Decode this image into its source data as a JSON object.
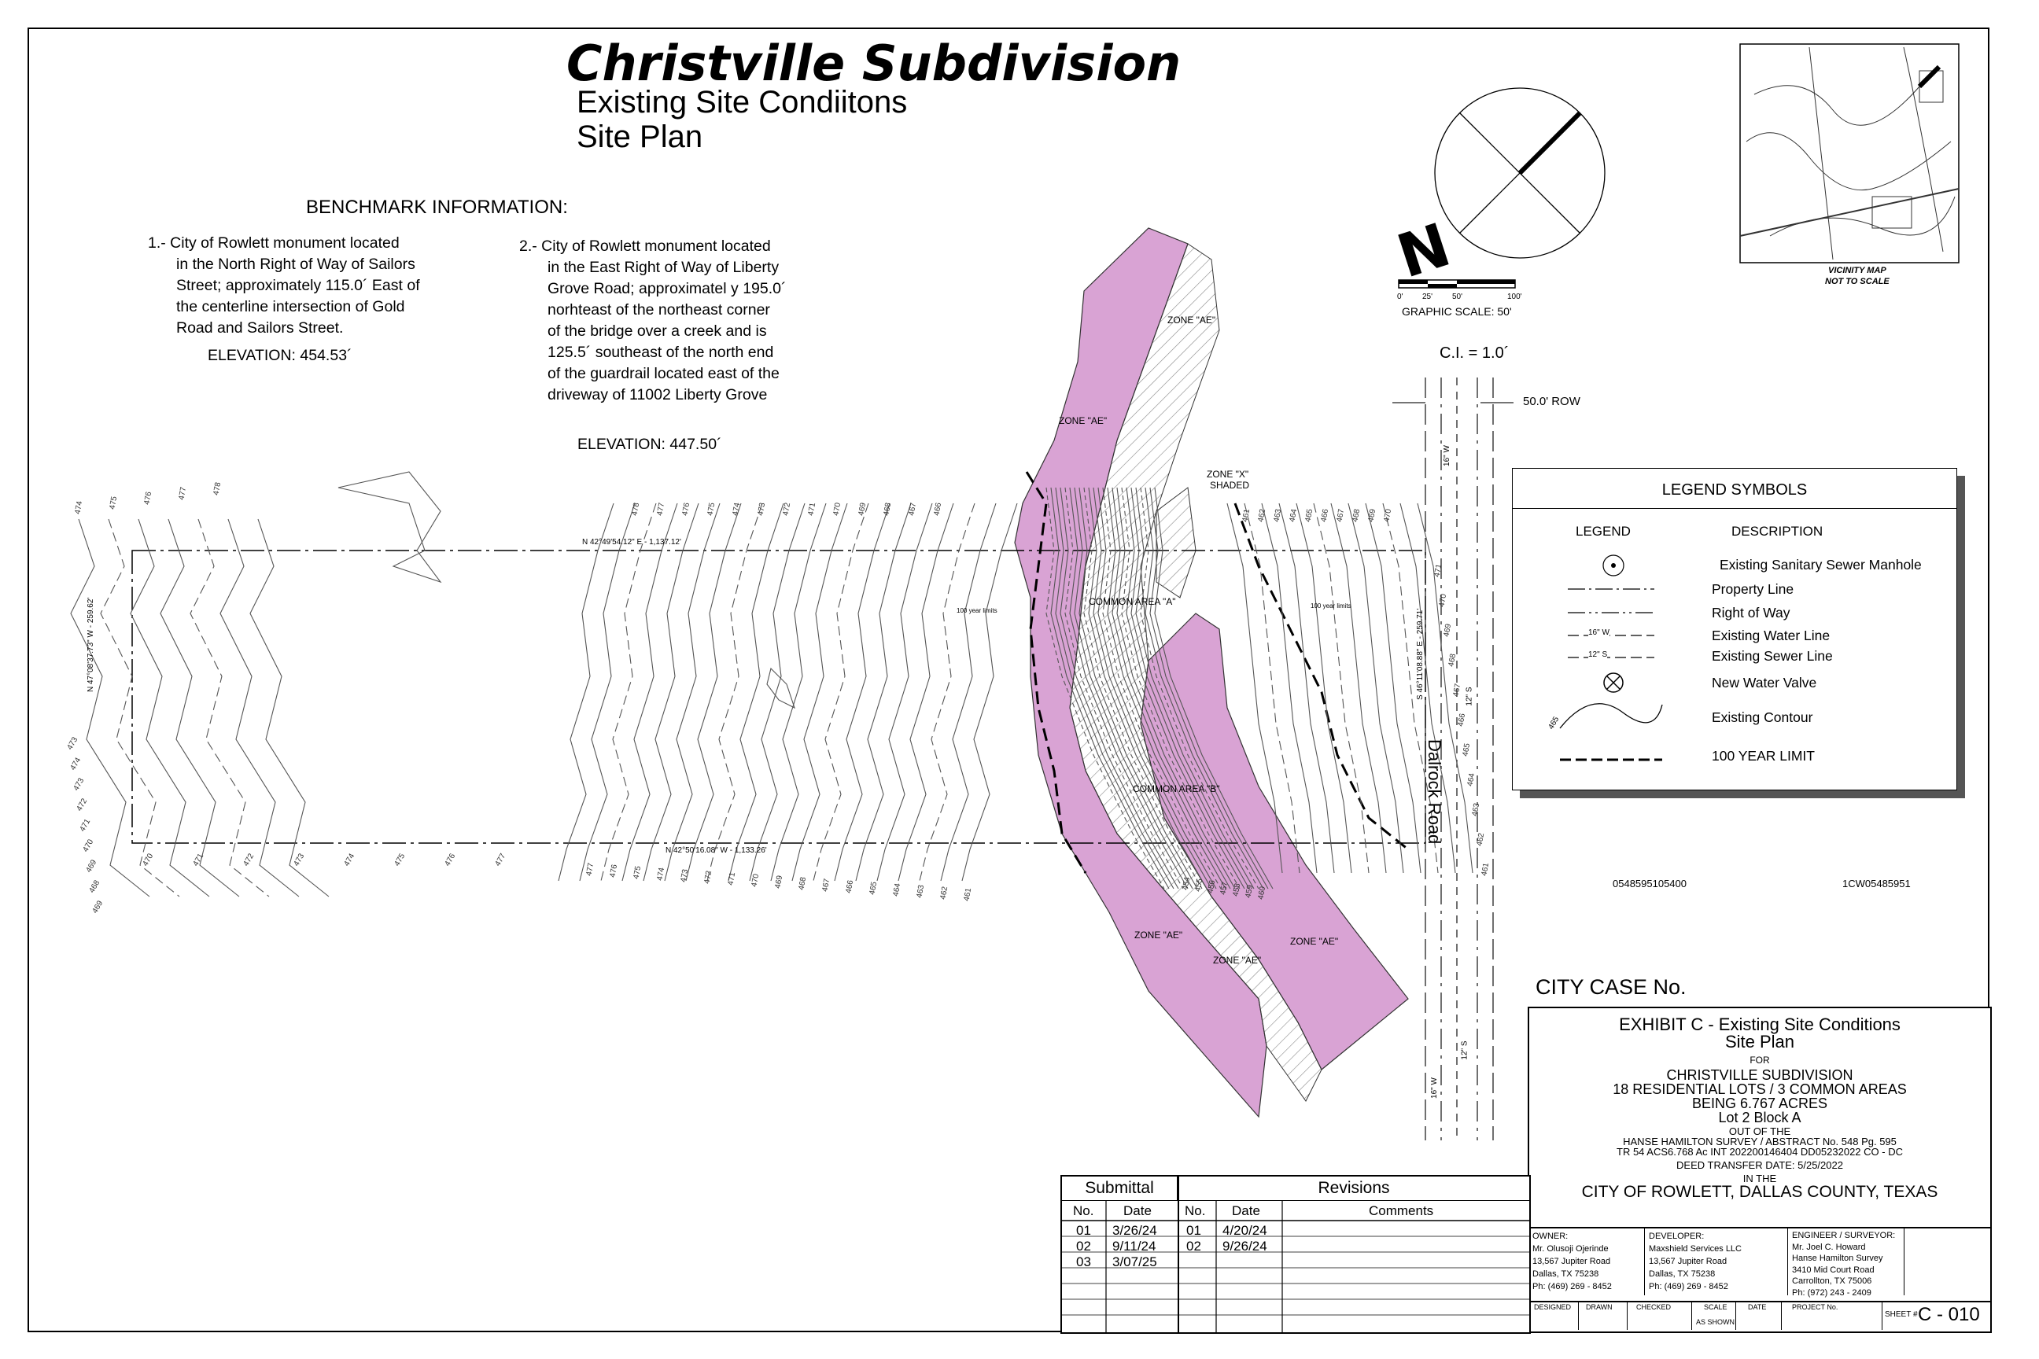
{
  "title": "Christville Subdivision",
  "subtitle_1": "Existing Site Condiitons",
  "subtitle_2": "Site Plan",
  "benchmark": {
    "heading": "BENCHMARK INFORMATION:",
    "note1_lines": [
      "1.-  City of Rowlett monument located",
      "in the North Right of Way of Sailors",
      "Street; approximately 115.0´ East of",
      "the centerline intersection of Gold",
      "Road and Sailors Street."
    ],
    "note1_elevation": "ELEVATION: 454.53´",
    "note2_lines": [
      "2.-  City of Rowlett monument located",
      "in the East Right of Way of Liberty",
      "Grove Road; approximatel y 195.0´",
      "norhteast of the northeast corner",
      "of the bridge over a creek and is",
      "125.5´ southeast of the north end",
      "of the guardrail located east of the",
      "driveway of 11002 Liberty Grove"
    ],
    "note2_elevation": "ELEVATION: 447.50´"
  },
  "graphic_scale": {
    "label": "GRAPHIC SCALE: 50'",
    "ticks": [
      "0'",
      "25'",
      "50'",
      "100'"
    ]
  },
  "north_letter": "N",
  "contour_interval": "C.I. = 1.0´",
  "row_label": "50.0' ROW",
  "vicinity": {
    "title": "VICINITY MAP",
    "subtitle": "NOT TO SCALE"
  },
  "plan_labels": {
    "bearing_north": "N 42°49'54.12\" E - 1,137.12'",
    "bearing_south": "N 42°50'16.08\" W - 1,133.26'",
    "bearing_west": "N 47°08'37.73\" W - 259.62'",
    "bearing_east": "S 46°11'08.88\" E - 259.71'",
    "road_name": "Dalrock Road",
    "zone_ae": "ZONE \"AE\"",
    "zone_x_1": "ZONE \"X\"",
    "zone_x_2": "SHADED",
    "common_a": "COMMON AREA \"A\"",
    "common_b": "COMMON AREA \"B\"",
    "year_limit": "100 year limits",
    "water_tag": "16\" W",
    "sewer_tag": "12\" S",
    "parcel_1": "0548595105400",
    "parcel_2": "1CW05485951"
  },
  "contour_numbers": {
    "top_left": [
      "474",
      "475",
      "476",
      "477",
      "478"
    ],
    "top_mid": [
      "478",
      "477",
      "476",
      "475",
      "474",
      "473",
      "472",
      "471",
      "470",
      "469",
      "468",
      "467",
      "466"
    ],
    "top_right": [
      "461",
      "462",
      "463",
      "464",
      "465",
      "466",
      "467",
      "468",
      "469",
      "470"
    ],
    "left_side": [
      "473",
      "474",
      "473",
      "472",
      "471",
      "470",
      "469",
      "468",
      "469",
      "470",
      "471",
      "472",
      "473",
      "474",
      "475",
      "476",
      "477"
    ],
    "bottom_mid": [
      "477",
      "476",
      "475",
      "474",
      "473",
      "472",
      "471",
      "470",
      "469",
      "468",
      "467",
      "466",
      "465",
      "464",
      "463",
      "462",
      "461"
    ],
    "bottom_right": [
      "454",
      "455",
      "456",
      "457",
      "458",
      "459",
      "460"
    ],
    "right_side": [
      "471",
      "470",
      "469",
      "468",
      "467",
      "466",
      "465",
      "464",
      "463",
      "462",
      "461"
    ]
  },
  "legend": {
    "title": "LEGEND SYMBOLS",
    "col_legend": "LEGEND",
    "col_description": "DESCRIPTION",
    "items": [
      "Existing Sanitary Sewer Manhole",
      "Property Line",
      "Right of Way",
      "Existing Water Line",
      "Existing Sewer Line",
      "New Water Valve",
      "Existing Contour",
      "100 YEAR LIMIT"
    ],
    "water_symbol": "16\" W",
    "sewer_symbol": "12\" S",
    "contour_symbol": "465"
  },
  "city_case": "CITY CASE No.",
  "exhibit": {
    "line1": "EXHIBIT C - Existing Site Conditions",
    "line2": "Site Plan",
    "line3": "FOR",
    "line4": "CHRISTVILLE SUBDIVISION",
    "line5": "18 RESIDENTIAL LOTS / 3 COMMON AREAS",
    "line6": "BEING 6.767 ACRES",
    "line7": "Lot 2 Block A",
    "line8": "OUT OF THE",
    "line9": "HANSE HAMILTON SURVEY / ABSTRACT No. 548 Pg. 595",
    "line10": "TR 54 ACS6.768 Ac INT 202200146404 DD05232022 CO - DC",
    "line11": "DEED TRANSFER DATE: 5/25/2022",
    "line12": "IN THE",
    "line13": "CITY OF ROWLETT, DALLAS COUNTY, TEXAS"
  },
  "parties": [
    {
      "label": "OWNER:",
      "lines": [
        "Mr. Olusoji Ojerinde",
        "13,567 Jupiter Road",
        "Dallas, TX 75238",
        "Ph: (469) 269 - 8452"
      ]
    },
    {
      "label": "DEVELOPER:",
      "lines": [
        "Maxshield Services LLC",
        "13,567 Jupiter Road",
        "Dallas, TX 75238",
        "Ph: (469) 269 - 8452"
      ]
    },
    {
      "label": "ENGINEER / SURVEYOR:",
      "lines": [
        "Mr. Joel C. Howard",
        "Hanse Hamilton Survey",
        "3410 Mid Court Road",
        "Carrollton, TX 75006",
        "Ph: (972) 243 - 2409"
      ]
    }
  ],
  "title_block": {
    "designed": "DESIGNED",
    "drawn": "DRAWN",
    "checked": "CHECKED",
    "scale": "SCALE",
    "scale_value": "AS SHOWN",
    "date": "DATE",
    "project": "PROJECT No.",
    "sheet_label": "SHEET #",
    "sheet_value": "C - 010"
  },
  "submittal": {
    "heading": "Submittal",
    "col_no": "No.",
    "col_date": "Date",
    "rows": [
      [
        "01",
        "3/26/24"
      ],
      [
        "02",
        "9/11/24"
      ],
      [
        "03",
        "3/07/25"
      ]
    ]
  },
  "revisions": {
    "heading": "Revisions",
    "col_no": "No.",
    "col_date": "Date",
    "col_comments": "Comments",
    "rows": [
      [
        "01",
        "4/20/24"
      ],
      [
        "02",
        "9/26/24"
      ]
    ]
  },
  "colors": {
    "flood_zone": "#d9a3d4",
    "line": "#000000",
    "dash": "#333333"
  }
}
